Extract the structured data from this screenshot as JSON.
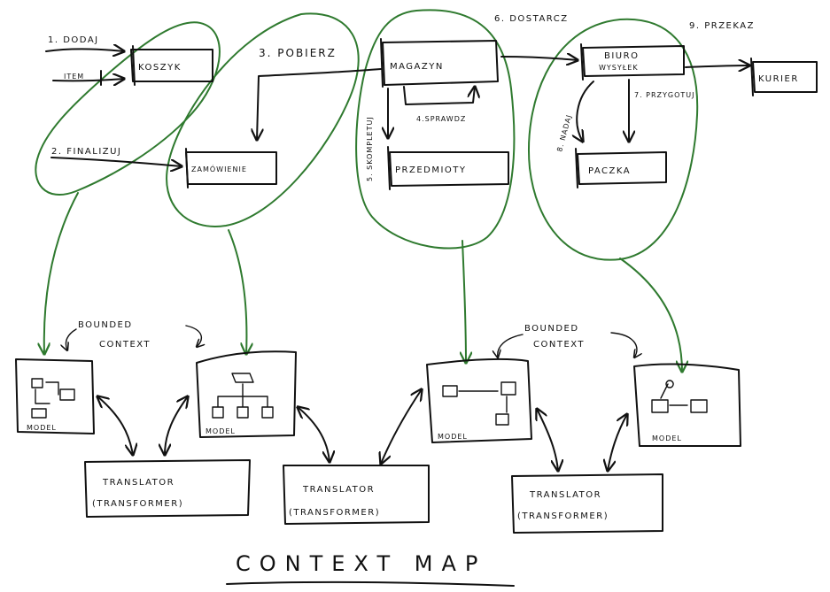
{
  "steps": {
    "dodaj": "1. DODAJ",
    "finalizuj": "2. FINALIZUJ",
    "pobierz": "3. POBIERZ",
    "sprawdz": "4.SPRAWDZ",
    "skompletuj": "5. SKOMPLETUJ",
    "dostarcz": "6. DOSTARCZ",
    "przygotuj": "7. PRZYGOTUJ",
    "nadaj": "8. NADAJ",
    "przekaz": "9. PRZEKAZ"
  },
  "boxes": {
    "item": "ITEM",
    "koszyk": "KOSZYK",
    "zamowienie": "ZAMÓWIENIE",
    "magazyn": "MAGAZYN",
    "przedmioty": "PRZEDMIOTY",
    "biuro_line1": "BIURO",
    "biuro_line2": "WYSYŁEK",
    "paczka": "PACZKA",
    "kurier": "KURIER"
  },
  "bounded_context": {
    "line1": "BOUNDED",
    "line2": "CONTEXT"
  },
  "model_label": "MODEL",
  "translator": {
    "line1": "TRANSLATOR",
    "line2": "(TRANSFORMER)"
  },
  "title": "CONTEXT MAP",
  "colors": {
    "ink": "#111111",
    "context_boundary": "#2f7a2f",
    "background": "#ffffff"
  }
}
